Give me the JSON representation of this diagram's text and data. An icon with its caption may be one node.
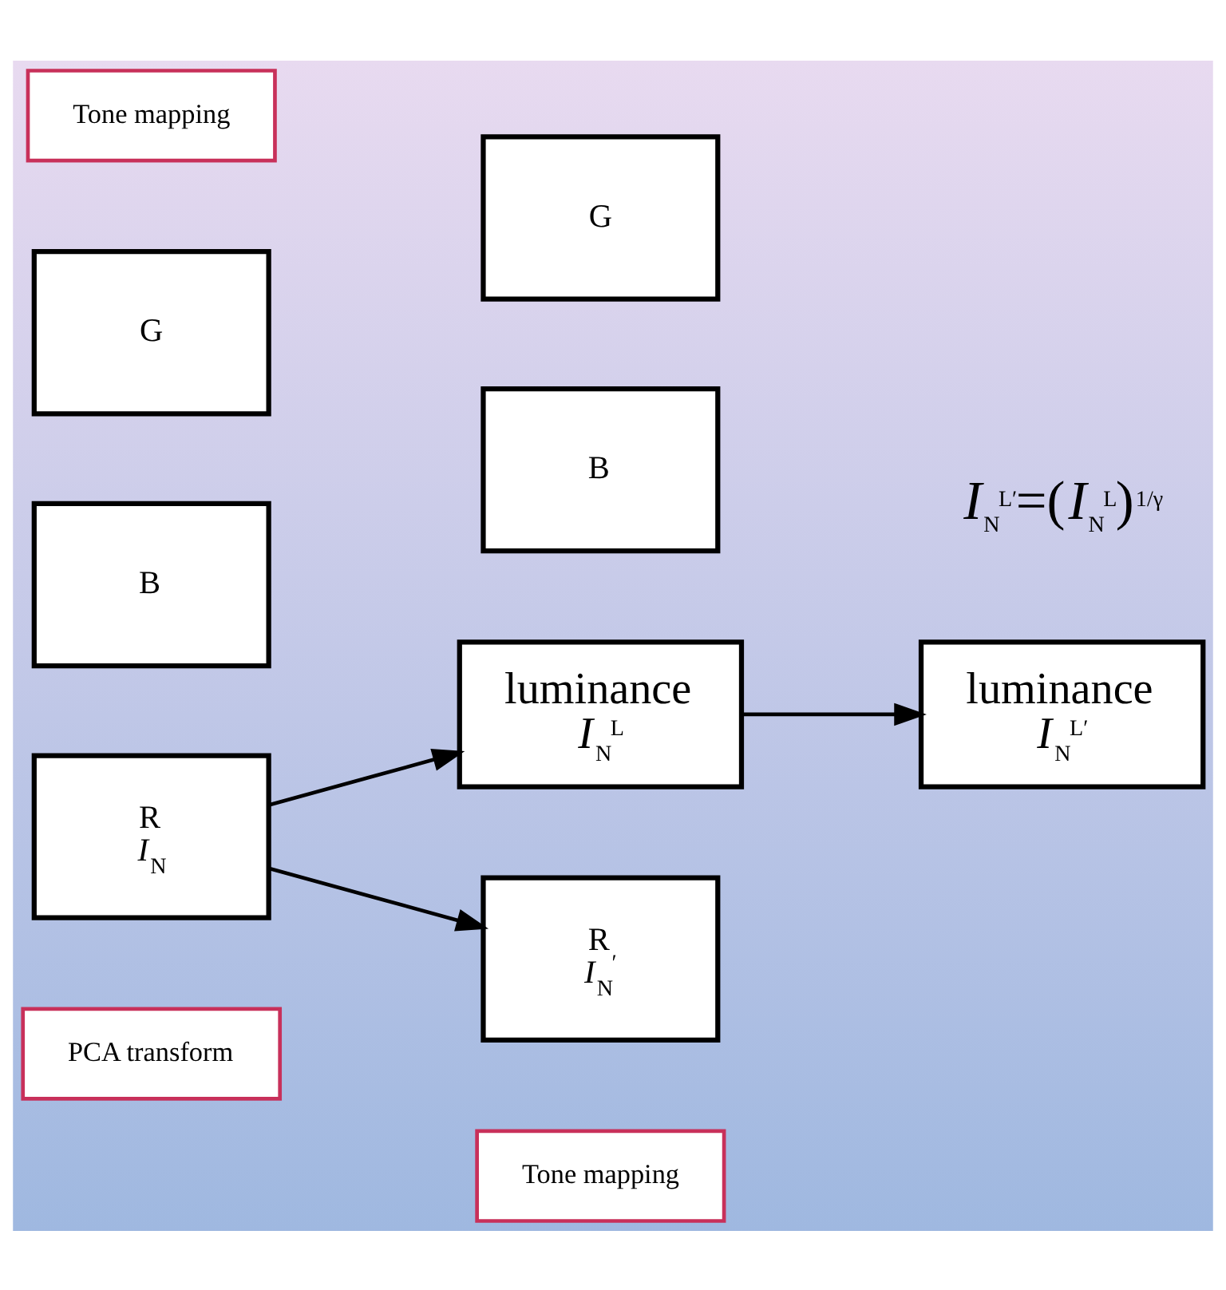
{
  "diagram": {
    "nodes": [
      {
        "text": [
          "Tone mapping"
        ]
      },
      {
        "text": [
          "PCA transform"
        ]
      },
      {
        "text": [
          "luminance",
          "*I*$_{N}$$^{L}$"
        ]
      },
      {
        "text": [
          "luminance",
          "*I*$_{N}$$^{L′}$"
        ]
      },
      {
        "text": [
          "B"
        ]
      },
      {
        "text": [
          "G"
        ]
      },
      {
        "text": [
          "R",
          "*I*$_{N}$"
        ]
      },
      {
        "text": [
          "Tone mapping"
        ]
      },
      {
        "text": [
          "B"
        ]
      },
      {
        "text": [
          "G"
        ]
      },
      {
        "text": [
          "R",
          "*I*$_{N}$$^{′}$"
        ]
      }
    ],
    "edges": [
      {
        "from": 6,
        "to": 2,
        "arrow": "to"
      },
      {
        "from": 2,
        "to": 3,
        "arrow": "to"
      },
      {
        "from": 6,
        "to": 10,
        "arrow": "to"
      }
    ],
    "labels": [
      "*I*$_{N}$$^{L′}$=(*I*$_{N}$$^{L}$)$^{1/γ}$"
    ]
  }
}
